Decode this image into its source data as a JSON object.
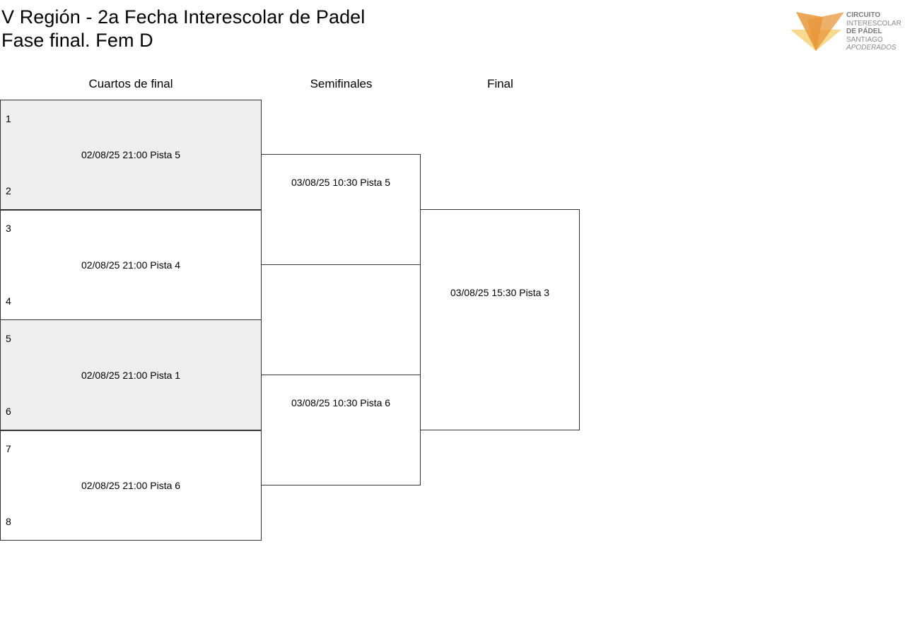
{
  "header": {
    "title_line1": "V Región - 2a Fecha Interescolar de Padel",
    "title_line2": "Fase final. Fem D"
  },
  "logo": {
    "line1": "CIRCUITO",
    "line2": "INTERESCOLAR",
    "line3": "DE PÁDEL",
    "line4": "SANTIAGO",
    "line5": "APODERADOS",
    "colors": {
      "orange": "#e8973a",
      "yellow": "#f7d27a"
    }
  },
  "columns": {
    "quarterfinals": "Cuartos de final",
    "semifinals": "Semifinales",
    "final": "Final"
  },
  "quarterfinals": [
    {
      "seed_top": "1",
      "seed_bottom": "2",
      "match": "02/08/25 21:00 Pista 5"
    },
    {
      "seed_top": "3",
      "seed_bottom": "4",
      "match": "02/08/25 21:00 Pista 4"
    },
    {
      "seed_top": "5",
      "seed_bottom": "6",
      "match": "02/08/25 21:00 Pista 1"
    },
    {
      "seed_top": "7",
      "seed_bottom": "8",
      "match": "02/08/25 21:00 Pista 6"
    }
  ],
  "semifinals": [
    {
      "match": "03/08/25 10:30 Pista 5"
    },
    {
      "match": "03/08/25 10:30 Pista 6"
    }
  ],
  "final": {
    "match": "03/08/25 15:30 Pista 3"
  }
}
